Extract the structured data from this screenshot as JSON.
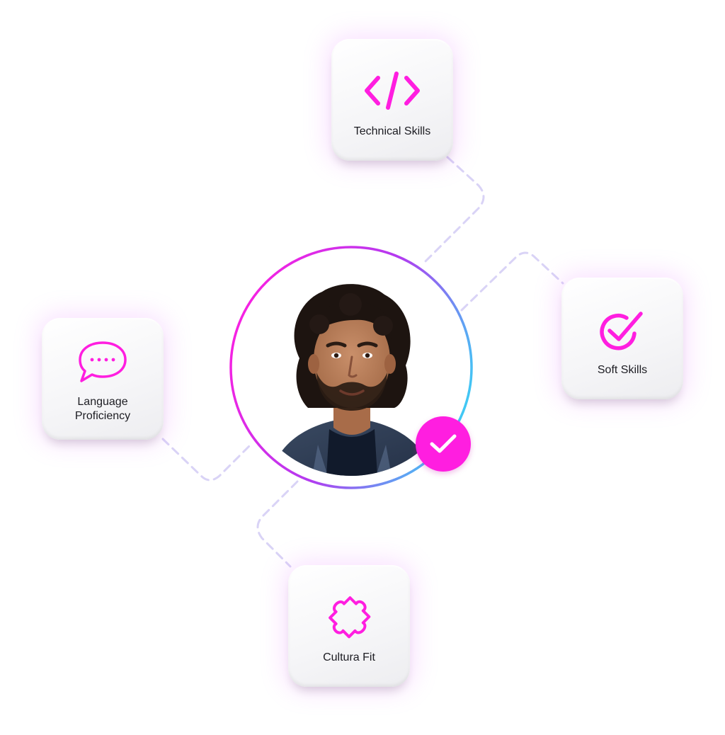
{
  "colors": {
    "accent": "#ff1ee0",
    "connector": "#d9d3f6",
    "ring_start": "#ff1ee0",
    "ring_end": "#41c8f4",
    "label": "#1c1c22"
  },
  "cards": {
    "technical": {
      "label": "Technical Skills",
      "icon": "code-brackets-icon"
    },
    "soft": {
      "label": "Soft Skills",
      "icon": "circle-check-icon"
    },
    "language": {
      "label": "Language\nProficiency",
      "icon": "speech-bubble-icon"
    },
    "culture": {
      "label": "Cultura Fit",
      "icon": "puzzle-piece-icon"
    }
  },
  "candidate": {
    "avatar": "candidate-photo",
    "badge_icon": "checkmark-icon"
  }
}
